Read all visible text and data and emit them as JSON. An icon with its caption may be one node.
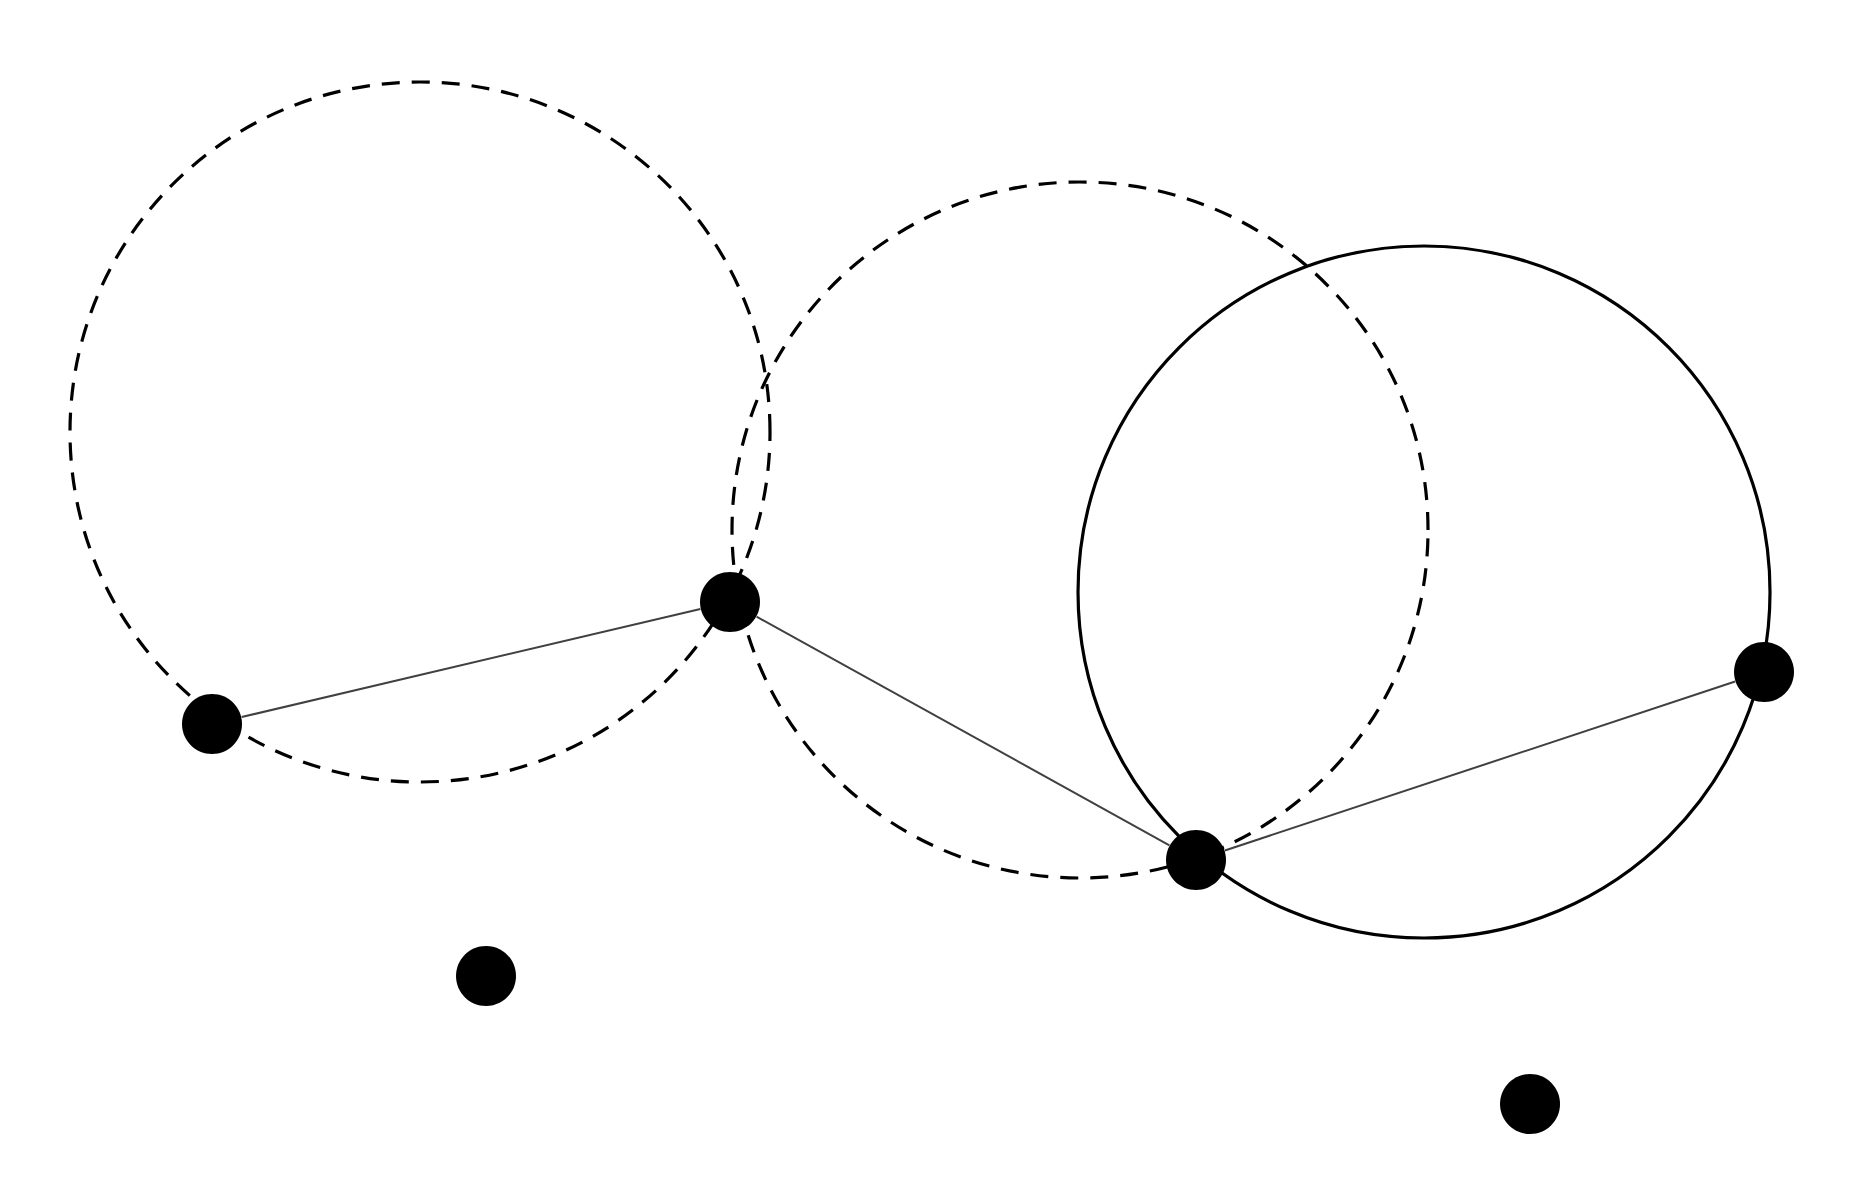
{
  "diagram": {
    "nodes": [
      {
        "text": [],
        "shape": "circle"
      },
      {
        "text": [],
        "shape": "circle"
      },
      {
        "text": [],
        "shape": "circle"
      },
      {
        "text": [],
        "shape": "circle"
      },
      {
        "text": [],
        "shape": "circle"
      },
      {
        "text": [],
        "shape": "circle"
      }
    ],
    "edges": [
      {
        "from": 0,
        "to": 2,
        "arrow": "none"
      },
      {
        "from": 2,
        "to": 3,
        "arrow": "none"
      },
      {
        "from": 3,
        "to": 5,
        "arrow": "none"
      }
    ]
  }
}
